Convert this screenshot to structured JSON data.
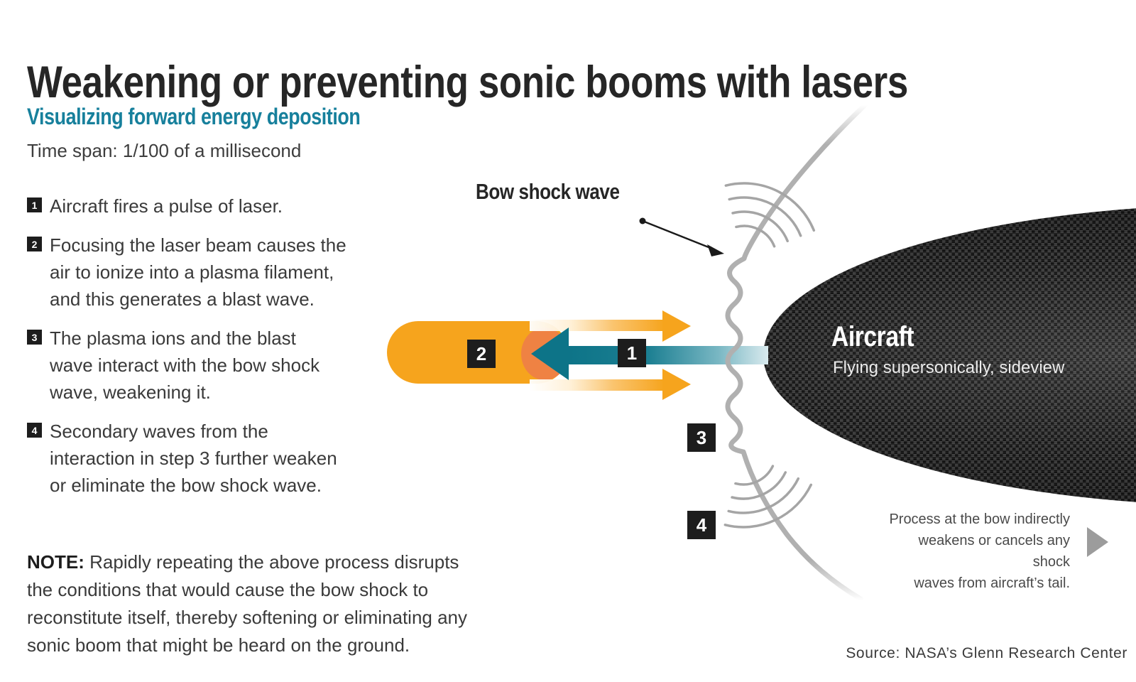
{
  "title": "Weakening or preventing sonic booms with lasers",
  "subtitle": "Visualizing forward energy deposition",
  "timespan": "Time span: 1/100 of a millisecond",
  "steps": [
    {
      "num": "1",
      "text": "Aircraft fires a pulse of laser."
    },
    {
      "num": "2",
      "text": "Focusing the laser beam causes the\nair to ionize into a plasma filament,\nand this generates a blast wave."
    },
    {
      "num": "3",
      "text": "The plasma ions and the blast\nwave interact with the bow shock\nwave, weakening it."
    },
    {
      "num": "4",
      "text": "Secondary waves from the\ninteraction in step 3 further weaken\nor eliminate the bow shock wave."
    }
  ],
  "note": {
    "label": "NOTE:",
    "text": "Rapidly repeating the above process disrupts\nthe conditions that would cause the bow shock to\nreconstitute itself, thereby softening or eliminating any\nsonic boom that might be heard on the ground."
  },
  "diagram": {
    "bow_shock_label": "Bow shock wave",
    "aircraft": {
      "title": "Aircraft",
      "subtitle": "Flying supersonically, sideview"
    },
    "tail_note": "Process at the bow indirectly\nweakens or cancels any shock\nwaves from aircraft’s tail."
  },
  "source": "Source: NASA’s Glenn Research Center",
  "colors": {
    "accent_teal": "#17809c",
    "laser_teal": "#0d7488",
    "blast_orange": "#f6a41d",
    "plasma_orange": "#ef8243",
    "shock_gray": "#b0b0b0",
    "ripple_gray": "#a5a5a5",
    "marker_black": "#1d1d1d",
    "aircraft_dark": "#262626"
  }
}
